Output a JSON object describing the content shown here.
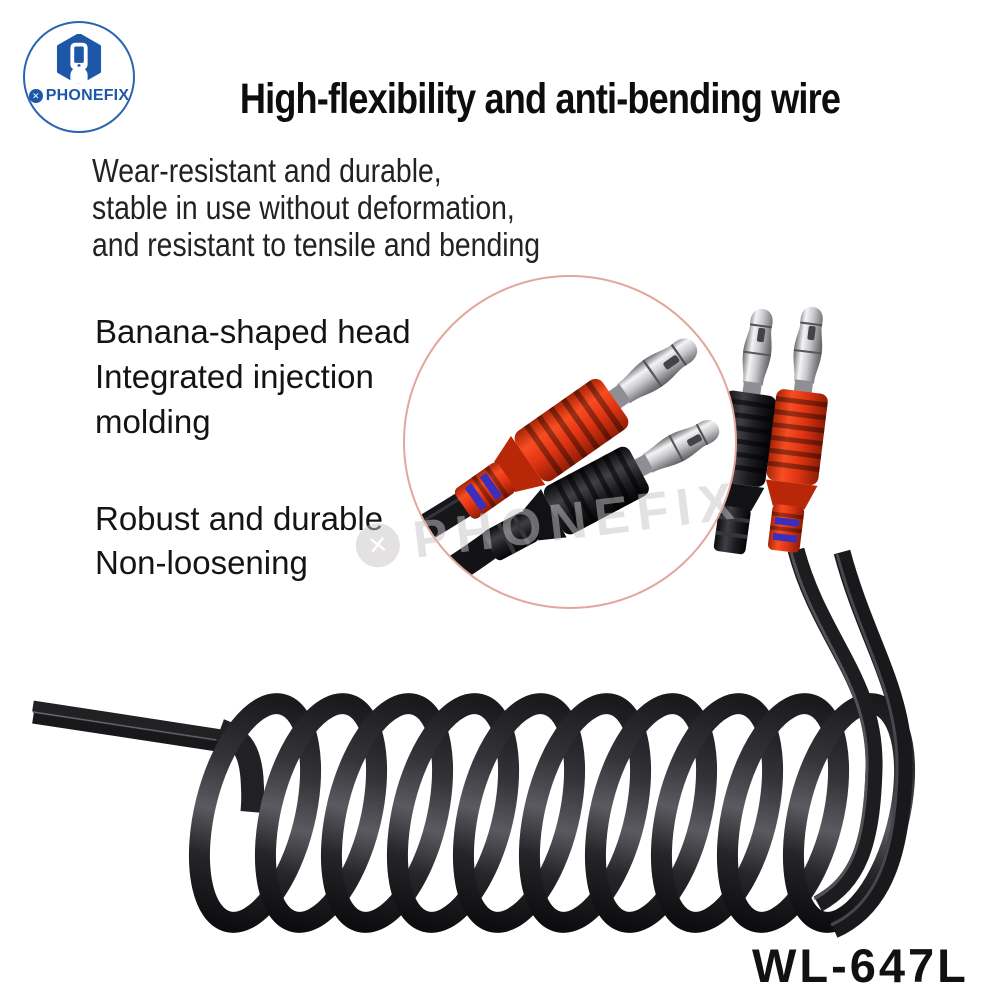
{
  "brand": {
    "name": "PHONEFIX"
  },
  "header": {
    "title": "High-flexibility and anti-bending wire"
  },
  "description": {
    "line1": "Wear-resistant and durable,",
    "line2": "stable in use without deformation,",
    "line3": "and resistant to tensile and bending"
  },
  "features": {
    "banana_head": {
      "line1": "Banana-shaped head",
      "line2": "Integrated injection",
      "line3": "molding"
    },
    "robust": {
      "line1": "Robust and durable",
      "line2": "Non-loosening"
    }
  },
  "product": {
    "model": "WL-647L"
  },
  "watermark": {
    "text": "PHONEFIX"
  },
  "icons": {
    "badge_x": "✕",
    "logo_icon": "hexagon-phone-wrench-icon"
  },
  "colors": {
    "brand_blue": "#1d58a8",
    "plug_red": "#e93c1b",
    "plug_blue_mark": "#3b2fc0",
    "wire_black": "#1d1d20",
    "silver": "#c9c9cd",
    "inset_ring_pink": "#e3a69d",
    "text": "#111111",
    "watermark_gray": "#c8c5c5"
  }
}
